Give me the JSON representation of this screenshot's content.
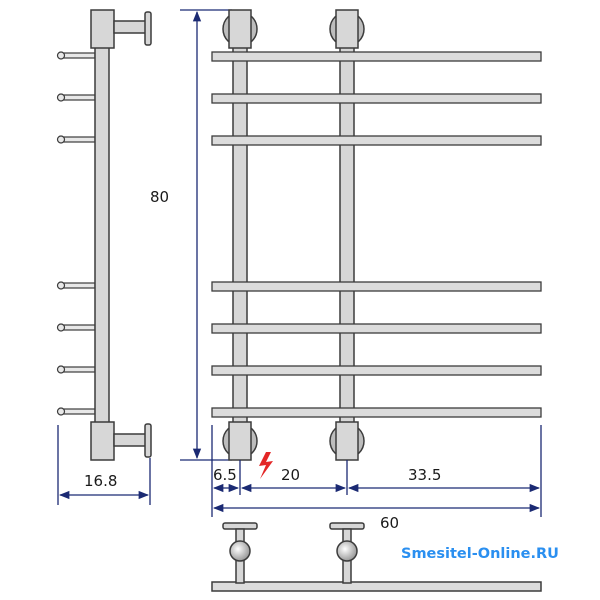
{
  "dimensions": {
    "height": "80",
    "depth": "16.8",
    "offset_left": "6.5",
    "spacing_between_mounts": "20",
    "offset_right": "33.5",
    "total_width": "60"
  },
  "brand": {
    "text": "Smesitel-Online.RU",
    "color": "#2a8ff0"
  },
  "colors": {
    "metal_fill": "#d7d7d7",
    "outline": "#3c3c3c",
    "dimension_line": "#1b2a73",
    "warning_icon": "#e32626"
  },
  "icons": {
    "electric": "lightning-bolt"
  }
}
